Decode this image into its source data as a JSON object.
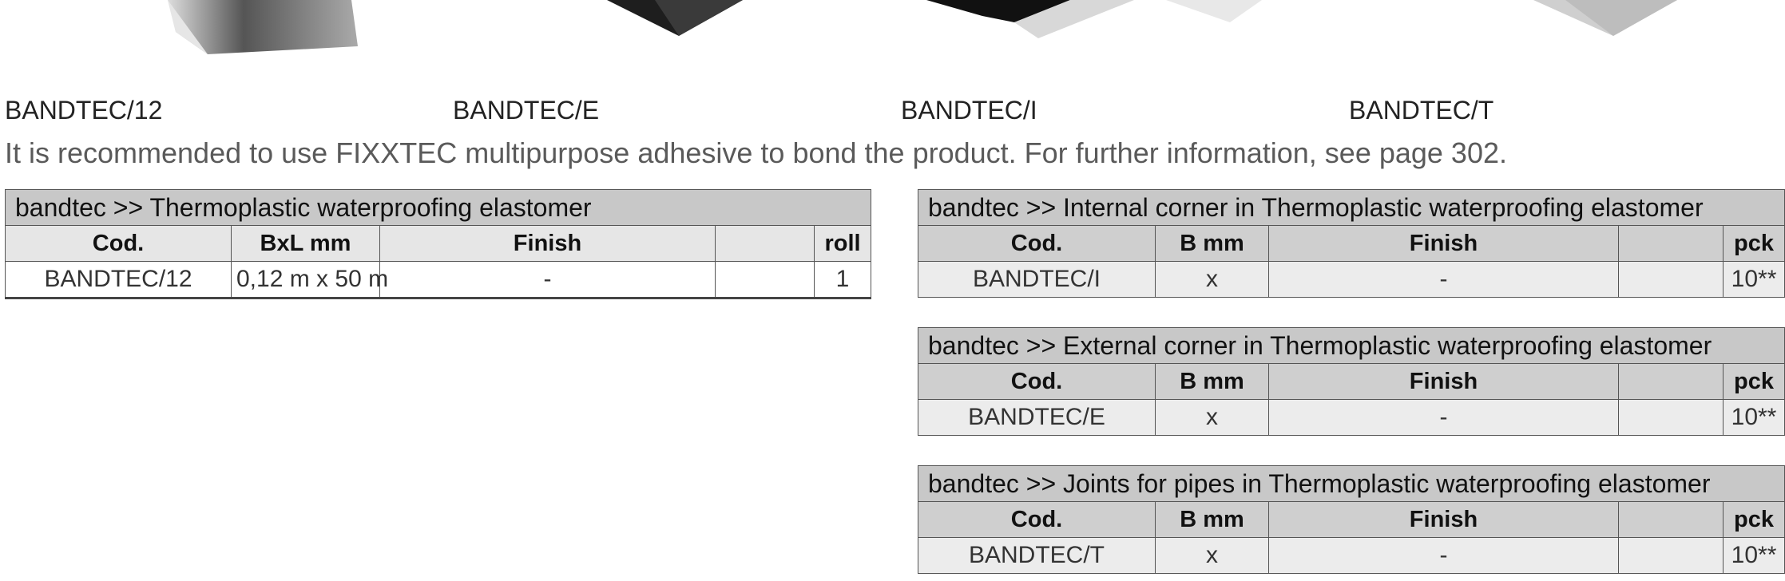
{
  "captions": [
    "BANDTEC/12",
    "BANDTEC/E",
    "BANDTEC/I",
    "BANDTEC/T"
  ],
  "note": "It is recommended to use FIXXTEC multipurpose adhesive to bond the product. For further information, see page 302.",
  "tables": [
    {
      "title": "bandtec >> Thermoplastic waterproofing elastomer",
      "headers": [
        "Cod.",
        "BxL mm",
        "Finish",
        "",
        "roll"
      ],
      "row": [
        "BANDTEC/12",
        "0,12 m x 50 m",
        "-",
        "",
        "1"
      ]
    },
    {
      "title": "bandtec >> Internal corner in Thermoplastic waterproofing elastomer",
      "headers": [
        "Cod.",
        "B mm",
        "Finish",
        "",
        "pck"
      ],
      "row": [
        "BANDTEC/I",
        "x",
        "-",
        "",
        "10**"
      ]
    },
    {
      "title": "bandtec >> External corner in Thermoplastic waterproofing elastomer",
      "headers": [
        "Cod.",
        "B mm",
        "Finish",
        "",
        "pck"
      ],
      "row": [
        "BANDTEC/E",
        "x",
        "-",
        "",
        "10**"
      ]
    },
    {
      "title": "bandtec >> Joints for pipes in Thermoplastic waterproofing elastomer",
      "headers": [
        "Cod.",
        "B mm",
        "Finish",
        "",
        "pck"
      ],
      "row": [
        "BANDTEC/T",
        "x",
        "-",
        "",
        "10**"
      ]
    }
  ]
}
